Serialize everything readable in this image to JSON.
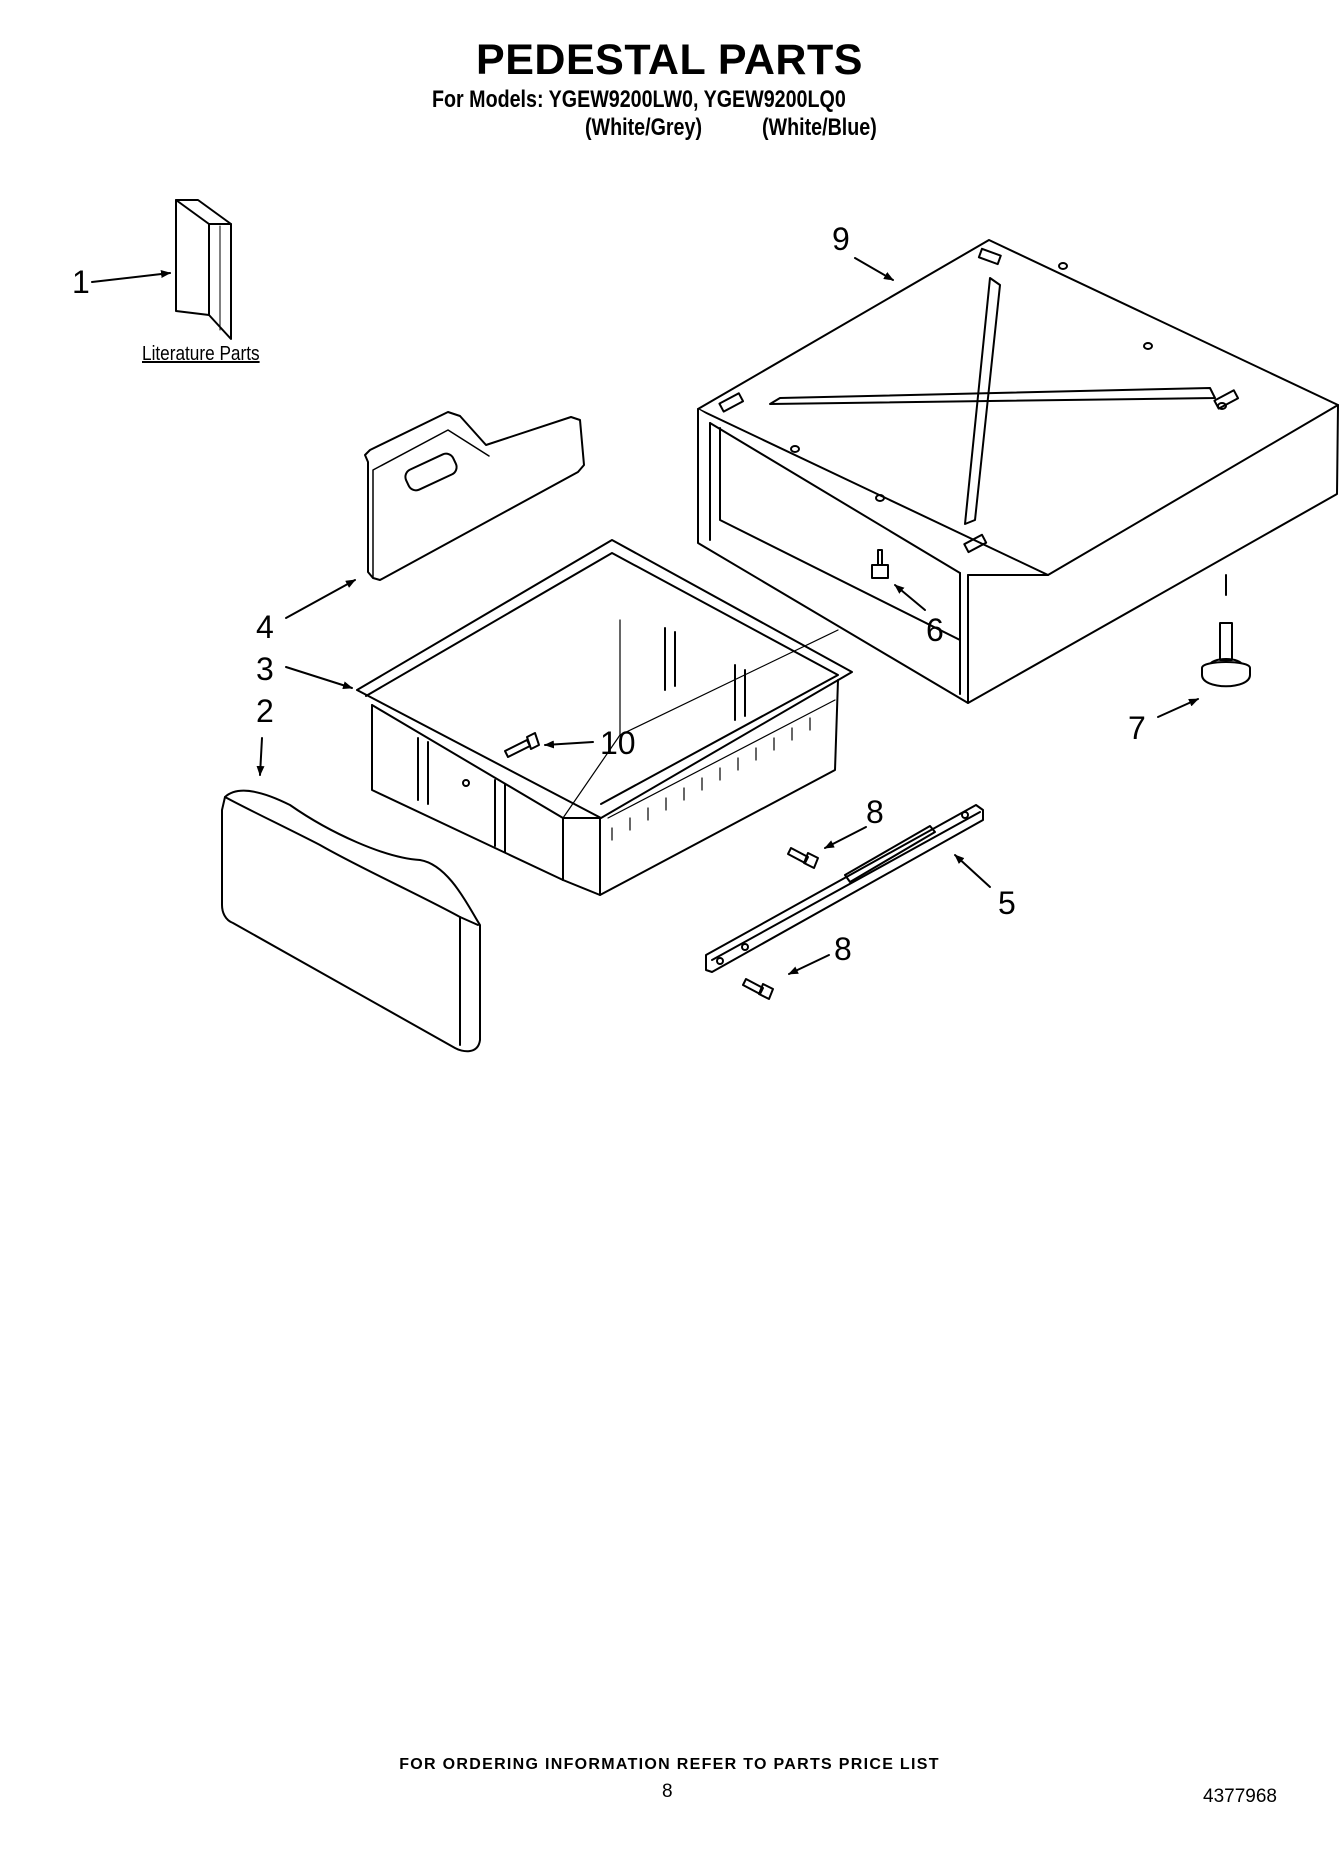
{
  "header": {
    "title": "PEDESTAL PARTS",
    "models_line": "For Models: YGEW9200LW0, YGEW9200LQ0",
    "color_1": "(White/Grey)",
    "color_2": "(White/Blue)"
  },
  "diagram": {
    "literature_label": "Literature Parts",
    "callouts": [
      "1",
      "2",
      "3",
      "4",
      "5",
      "6",
      "7",
      "8",
      "8",
      "9",
      "10"
    ]
  },
  "footer": {
    "ordering_note": "FOR ORDERING INFORMATION REFER TO PARTS PRICE LIST",
    "page_number": "8",
    "document_number": "4377968"
  }
}
